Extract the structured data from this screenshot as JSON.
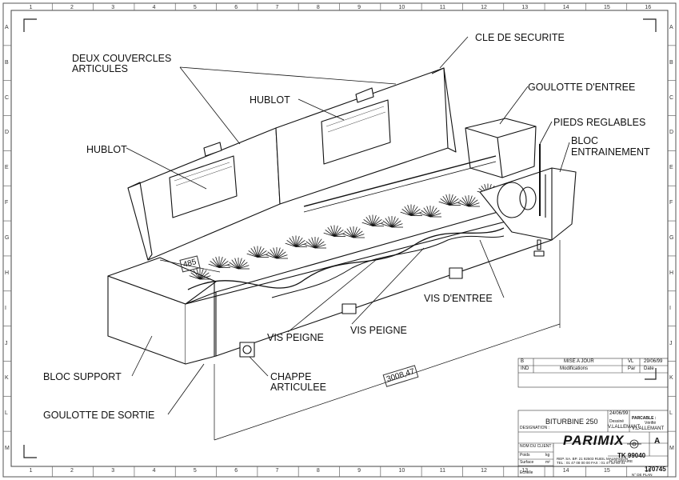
{
  "frame": {
    "col_labels": [
      "1",
      "2",
      "3",
      "4",
      "5",
      "6",
      "7",
      "8",
      "9",
      "10",
      "11",
      "12",
      "13",
      "14",
      "15",
      "16"
    ],
    "row_labels": [
      "A",
      "B",
      "C",
      "D",
      "E",
      "F",
      "G",
      "H",
      "I",
      "J",
      "K",
      "L",
      "M"
    ]
  },
  "callouts": {
    "cle_securite": "CLE DE SECURITE",
    "deux_couvercles_1": "DEUX COUVERCLES",
    "deux_couvercles_2": "ARTICULES",
    "goulotte_entree": "GOULOTTE D'ENTREE",
    "hublot_top": "HUBLOT",
    "pieds": "PIEDS REGLABLES",
    "bloc_entr_1": "BLOC",
    "bloc_entr_2": "ENTRAINEMENT",
    "hublot_left": "HUBLOT",
    "vis_entree": "VIS D'ENTREE",
    "vis_peigne_1": "VIS PEIGNE",
    "vis_peigne_2": "VIS PEIGNE",
    "bloc_support": "BLOC SUPPORT",
    "chappe_1": "CHAPPE",
    "chappe_2": "ARTICULEE",
    "goulotte_sortie": "GOULOTTE DE SORTIE"
  },
  "dimensions": {
    "width": "485",
    "length": "3008,47"
  },
  "title_block": {
    "rev_b": "B",
    "rev_b_desc": "MISE A JOUR",
    "rev_b_by": "VL",
    "rev_b_date": "29/06/99",
    "ind": "IND",
    "modifications": "Modifications",
    "par": "Par",
    "date": "Date",
    "date_top": "24/06/99",
    "part_name": "BITURBINE 250",
    "designation": "DESIGNATION :",
    "dessine": "Dessiné",
    "author": "V.LALLEMANT",
    "verifie": "Vérifié",
    "verifier": "V.LALLEMANT",
    "parocable": "PARCABLE :",
    "nom_client": "NOM DU CLIENT :",
    "poids": "Poids",
    "poids_unit": "kg",
    "surface": "Surface",
    "surface_unit": "m²",
    "echelle": "Echelle",
    "company": "PARIMIX",
    "address_1": "REP. SA. BP. 21 92503 RUEIL MALMAISON",
    "address_2": "TEL : 01 47 08 00 00    FAX : 01 47 32 40 41",
    "format": "A",
    "ref": "TK 99040",
    "affaire": "N° D'AFFAIRE",
    "plan_no": "170745",
    "plan_label": "N° DE PLAN"
  }
}
